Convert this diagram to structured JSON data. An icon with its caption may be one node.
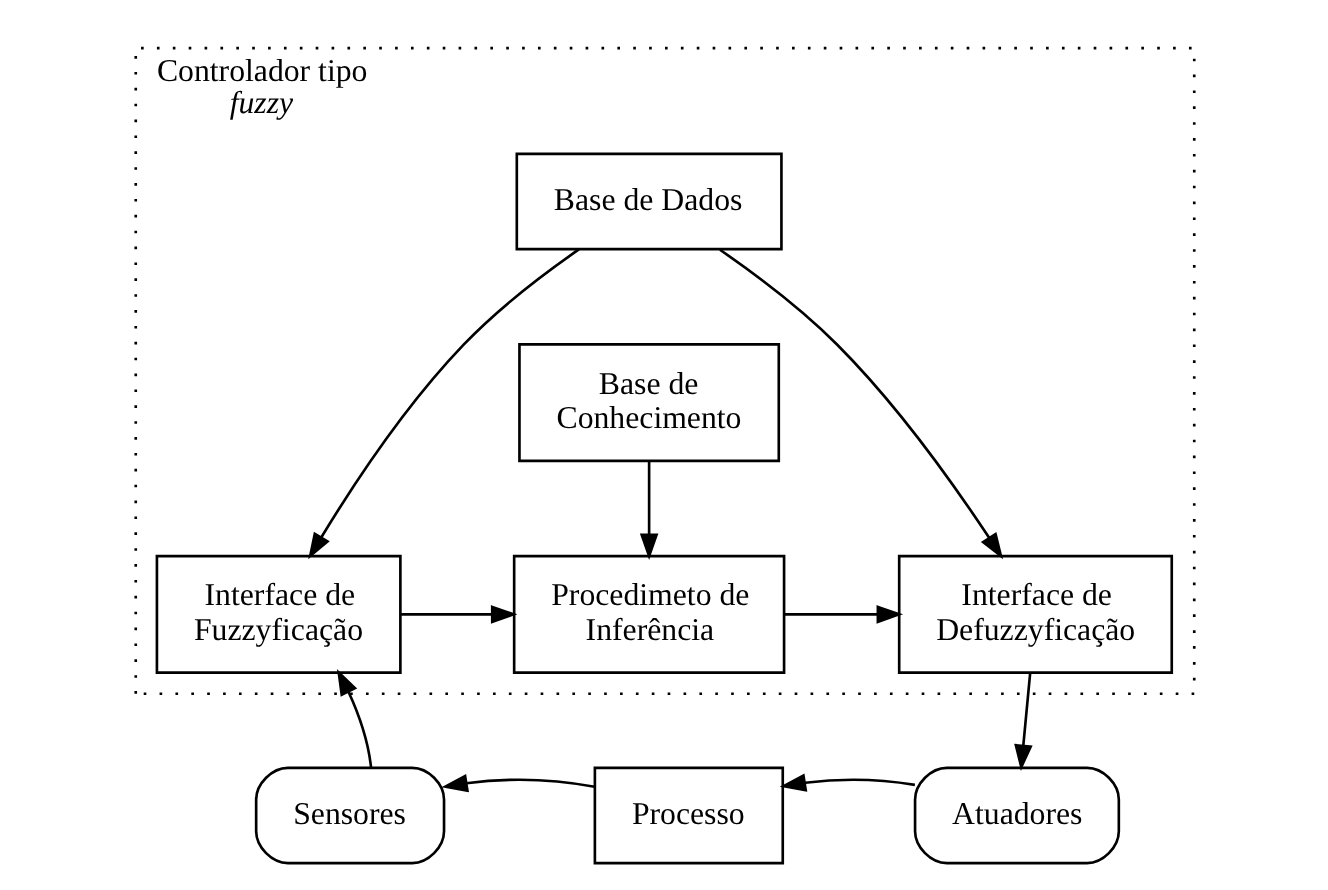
{
  "diagram": {
    "nodes": [
      {
        "text": [
          "Controlador tipo *fuzzy*"
        ]
      },
      {
        "text": [
          "Base de Dados"
        ],
        "in": 0
      },
      {
        "text": [
          "Base de Conhecimento"
        ],
        "in": 0
      },
      {
        "text": [
          "Interface de Fuzzyficação"
        ],
        "in": 0
      },
      {
        "text": [
          "Procedimeto de Inferência"
        ],
        "in": 0
      },
      {
        "text": [
          "Interface de Defuzzyficação"
        ],
        "in": 0
      },
      {
        "text": [
          "Sensores"
        ]
      },
      {
        "text": [
          "Processo"
        ]
      },
      {
        "text": [
          "Atuadores"
        ]
      }
    ],
    "edges": [
      {
        "from": 1,
        "to": 3,
        "arrow": "to"
      },
      {
        "from": 1,
        "to": 5,
        "arrow": "to"
      },
      {
        "from": 2,
        "to": 4,
        "arrow": "to"
      },
      {
        "from": 3,
        "to": 4,
        "arrow": "to"
      },
      {
        "from": 4,
        "to": 5,
        "arrow": "to"
      },
      {
        "from": 5,
        "to": 8,
        "arrow": "to"
      },
      {
        "from": 8,
        "to": 7,
        "arrow": "to"
      },
      {
        "from": 7,
        "to": 6,
        "arrow": "to"
      },
      {
        "from": 6,
        "to": 3,
        "arrow": "to"
      }
    ]
  }
}
